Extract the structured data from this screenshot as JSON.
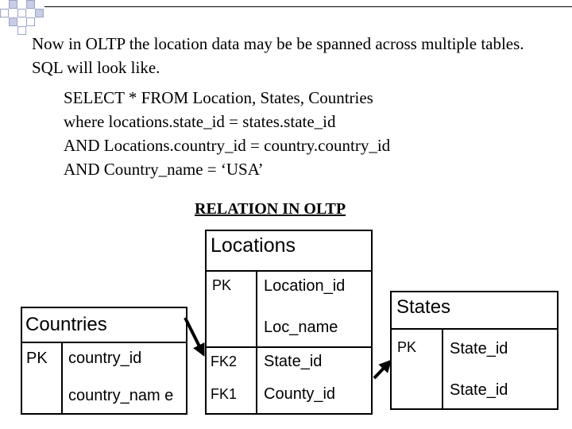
{
  "intro_text": "Now in OLTP the location data may be be spanned across multiple tables. SQL will look like.",
  "sql": {
    "line1": "SELECT * FROM Location, States, Countries",
    "line2": "where locations.state_id = states.state_id",
    "line3": "AND Locations.country_id = country.country_id",
    "line4": "AND Country_name = ‘USA’"
  },
  "relation_heading": "RELATION IN OLTP",
  "locations": {
    "title": "Locations",
    "rows": [
      {
        "key": "PK",
        "field": "Location_id"
      },
      {
        "key": "",
        "field": "Loc_name"
      },
      {
        "key": "FK2",
        "field": "State_id"
      },
      {
        "key": "FK1",
        "field": "County_id"
      }
    ]
  },
  "countries": {
    "title": "Countries",
    "rows": [
      {
        "key": "PK",
        "field": "country_id"
      },
      {
        "key": "",
        "field": "country_nam e"
      }
    ]
  },
  "states": {
    "title": "States",
    "rows": [
      {
        "key": "PK",
        "field": "State_id"
      },
      {
        "key": "",
        "field": "State_id"
      }
    ]
  },
  "colors": {
    "deco_fill": "#c7cde6",
    "deco_border": "#9aa4c8",
    "line": "#000000"
  }
}
